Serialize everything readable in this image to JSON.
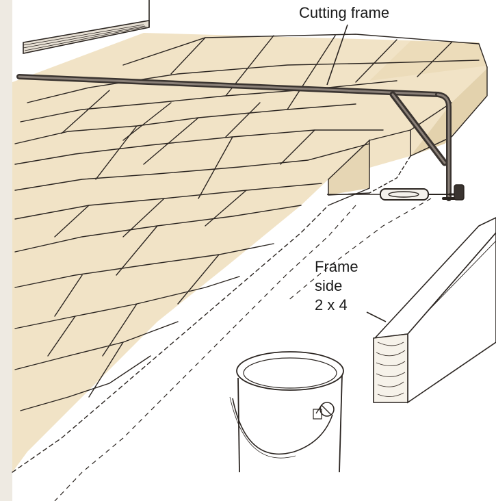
{
  "labels": {
    "cutting_frame": "Cutting frame",
    "frame_side_line1": "Frame",
    "frame_side_line2": "side",
    "frame_side_line3": "2 x 4"
  },
  "colors": {
    "slab_fill": "#f1e3c6",
    "ink": "#2a2420",
    "wood_grain": "#3a302a"
  }
}
